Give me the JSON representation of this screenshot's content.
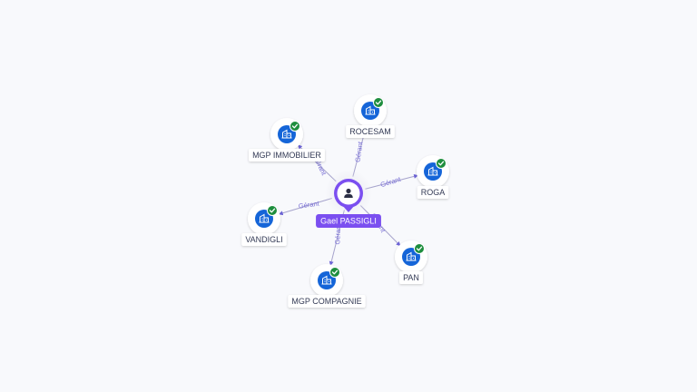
{
  "graph": {
    "center": {
      "label": "Gael PASSIGLI",
      "icon": "person-icon"
    },
    "relation_label": "Gérant",
    "nodes": [
      {
        "id": "mgp-immobilier",
        "label": "MGP IMMOBILIER",
        "icon": "company-building-icon",
        "verified": true
      },
      {
        "id": "rocesam",
        "label": "ROCESAM",
        "icon": "company-building-icon",
        "verified": true
      },
      {
        "id": "roga",
        "label": "ROGA",
        "icon": "company-building-icon",
        "verified": true
      },
      {
        "id": "vandigli",
        "label": "VANDIGLI",
        "icon": "company-building-icon",
        "verified": true
      },
      {
        "id": "pan",
        "label": "PAN",
        "icon": "company-building-icon",
        "verified": true
      },
      {
        "id": "mgp-compagnie",
        "label": "MGP COMPAGNIE",
        "icon": "company-building-icon",
        "verified": true
      }
    ]
  },
  "colors": {
    "background": "#f8f9fc",
    "center_purple": "#7b4ff0",
    "company_blue": "#1565d8",
    "verified_green": "#1e8e3e",
    "edge": "#a6a3cc",
    "edge_label": "#7a70d6",
    "node_label": "#333a55"
  }
}
